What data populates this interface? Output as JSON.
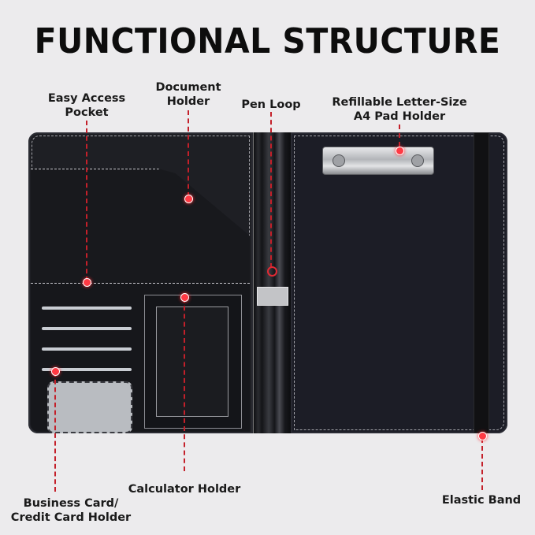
{
  "title": "FUNCTIONAL STRUCTURE",
  "labels": {
    "easy_access_pocket": [
      "Easy Access",
      "Pocket"
    ],
    "document_holder": [
      "Document",
      "Holder"
    ],
    "pen_loop": [
      "Pen Loop"
    ],
    "pad_holder": [
      "Refillable Letter-Size",
      "A4 Pad Holder"
    ],
    "calculator_holder": [
      "Calculator Holder"
    ],
    "business_card_holder": [
      "Business Card/",
      "Credit Card Holder"
    ],
    "elastic_band": [
      "Elastic Band"
    ]
  },
  "colors": {
    "background": "#ecebed",
    "leather": "#1e1f24",
    "callout": "#c4202a",
    "text": "#1a1a1a"
  },
  "icons": {
    "pointer-dot": "filled red circle marker",
    "pen-loop-marker": "red ring marker"
  }
}
